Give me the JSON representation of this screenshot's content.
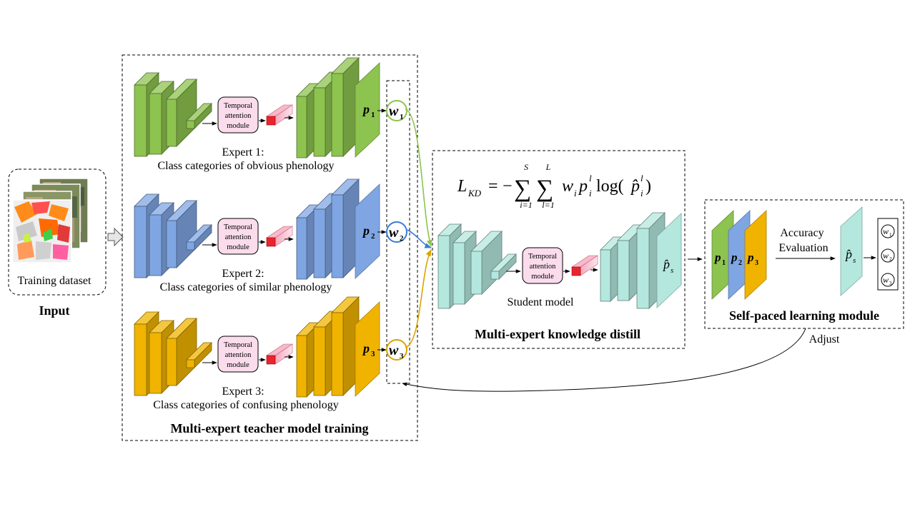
{
  "input": {
    "dataset_label": "Training dataset",
    "title": "Input"
  },
  "teachers": {
    "title": "Multi-expert  teacher model training",
    "experts": [
      {
        "name": "Expert 1:",
        "desc": "Class categories  of obvious phenology",
        "output": "p",
        "output_sub": "1",
        "weight": "w",
        "weight_sub": "1",
        "color": "#8dc34f"
      },
      {
        "name": "Expert 2:",
        "desc": "Class categories  of similar  phenology",
        "output": "p",
        "output_sub": "2",
        "weight": "w",
        "weight_sub": "2",
        "color": "#7fa6e3"
      },
      {
        "name": "Expert 3:",
        "desc": "Class categories  of confusing phenology",
        "output": "p",
        "output_sub": "3",
        "weight": "w",
        "weight_sub": "3",
        "color": "#f0b400"
      }
    ],
    "attention_label": [
      "Temporal",
      "attention",
      "module"
    ]
  },
  "distill": {
    "title": "Multi-expert  knowledge distill",
    "student_label": "Student model",
    "output": "p̂",
    "output_sub": "s",
    "color": "#b4e8de",
    "attention_label": [
      "Temporal",
      "attention",
      "module"
    ],
    "formula": {
      "lhs": "L",
      "lhs_sub": "KD",
      "sum1_top": "S",
      "sum1_bottom": "i=1",
      "sum2_top": "L",
      "sum2_bottom": "l=1",
      "w": "w",
      "w_sub": "i",
      "p": "p",
      "p_sub": "i",
      "p_sup": "l",
      "log": "log(",
      "phat": "p̂",
      "phat_sub": "i",
      "phat_sup": "l",
      "close": ")"
    }
  },
  "selfpaced": {
    "title": "Self-paced learning  module",
    "eval_label": [
      "Accuracy",
      "Evaluation"
    ],
    "adjust_label": "Adjust",
    "inputs": [
      {
        "p": "p",
        "sub": "1"
      },
      {
        "p": "p",
        "sub": "2"
      },
      {
        "p": "p",
        "sub": "3"
      }
    ],
    "output": "p̂",
    "output_sub": "s",
    "weights": [
      {
        "w": "w",
        "sub": "1"
      },
      {
        "w": "w",
        "sub": "2"
      },
      {
        "w": "w",
        "sub": "3"
      }
    ]
  },
  "colors": {
    "green": "#8dc34f",
    "blue": "#7fa6e3",
    "yellow": "#f0b400",
    "teal": "#b4e8de",
    "pink": "#fadcec",
    "red": "#e8252e"
  }
}
